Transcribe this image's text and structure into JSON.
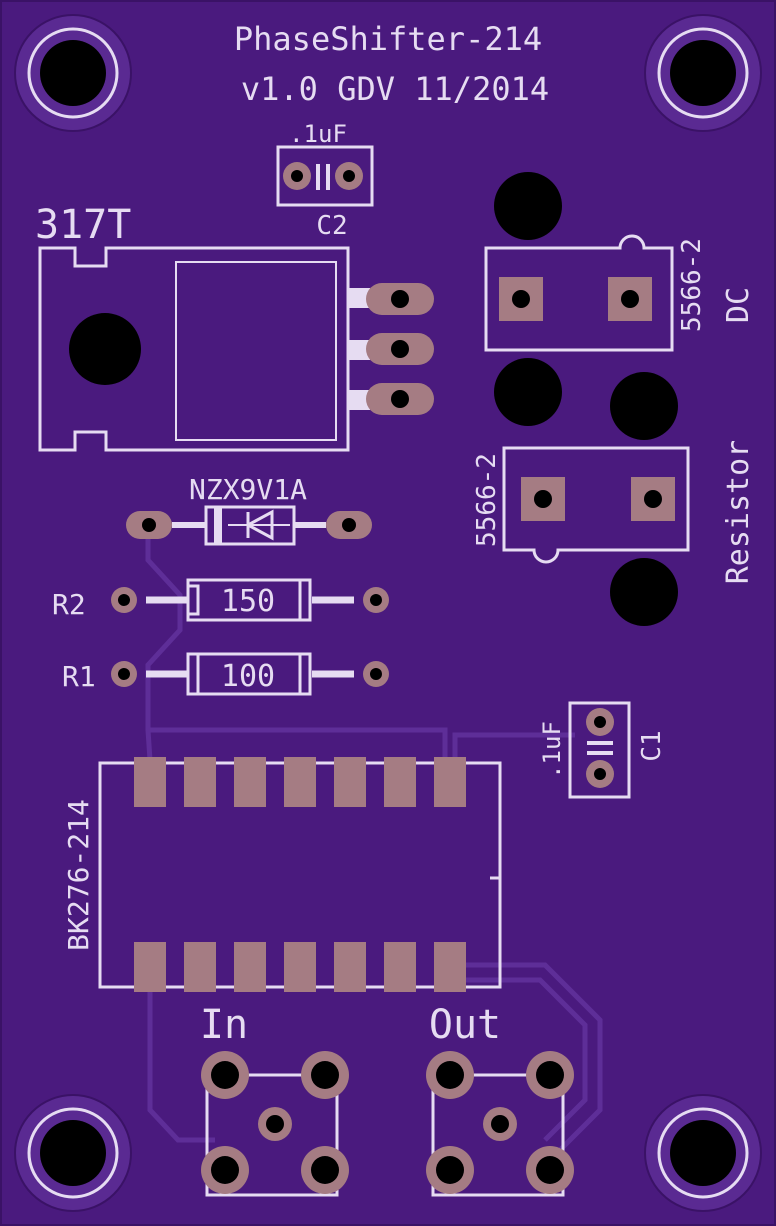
{
  "board": {
    "title_line1": "PhaseShifter-214",
    "title_line2": "v1.0 GDV 11/2014"
  },
  "components": {
    "c2_value": ".1uF",
    "c2_ref": "C2",
    "regulator": "317T",
    "dc_connector_part": "5566-2",
    "dc_connector_label": "DC",
    "resistor_connector_part": "5566-2",
    "resistor_connector_label": "Resistor",
    "zener": "NZX9V1A",
    "r2_ref": "R2",
    "r2_value": "150",
    "r1_ref": "R1",
    "r1_value": "100",
    "c1_value": ".1uF",
    "c1_ref": "C1",
    "ic": "BK276-214",
    "input_label": "In",
    "output_label": "Out"
  },
  "colors": {
    "board": "#4a1a7e",
    "board_edge": "#3a1266",
    "silkscreen": "#e6dcf2",
    "copper_pad": "#a57c83",
    "trace": "#5a2a92",
    "hole": "#000000"
  }
}
